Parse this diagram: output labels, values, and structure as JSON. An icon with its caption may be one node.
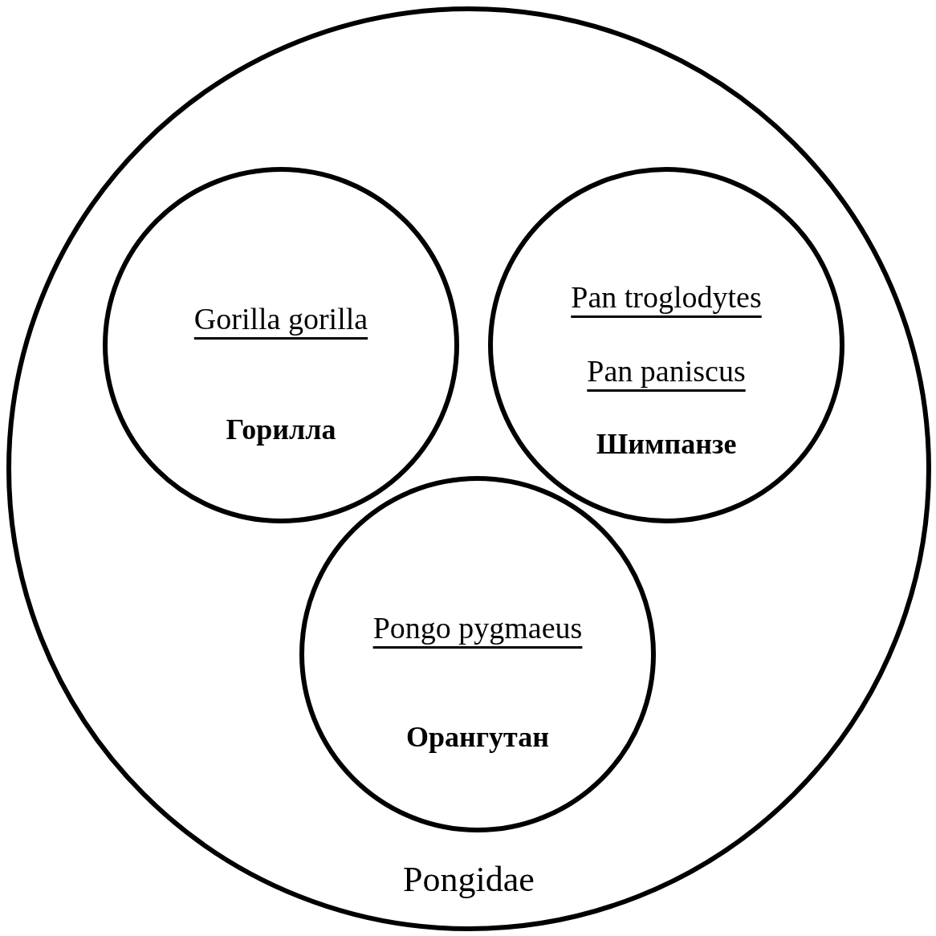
{
  "diagram": {
    "nodes": [
      {
        "text": [
          "Pongidae"
        ]
      },
      {
        "text": [
          "Gorilla gorilla",
          "Горилла"
        ],
        "in": 0
      },
      {
        "text": [
          "Pan troglodytes",
          "Pan paniscus",
          "Шимпанзе"
        ],
        "in": 0
      },
      {
        "text": [
          "Pongo pygmaeus",
          "Орангутан"
        ],
        "in": 0
      }
    ]
  }
}
